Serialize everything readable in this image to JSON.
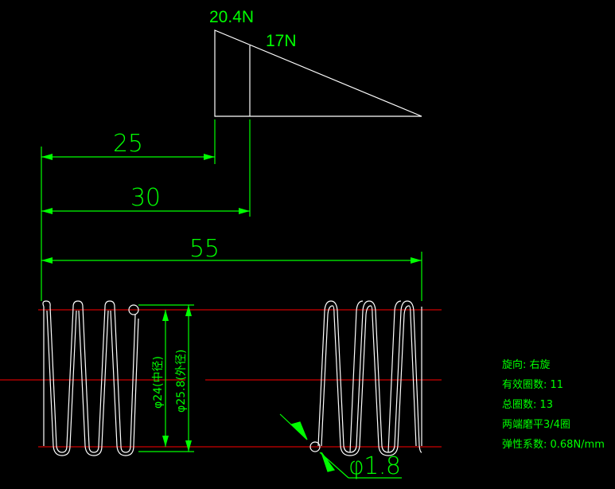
{
  "force_diagram": {
    "force_max": "20.4N",
    "force_min": "17N"
  },
  "dimensions": {
    "d25": "25",
    "d30": "30",
    "d55": "55",
    "mid_diameter": "φ24(中径)",
    "outer_diameter": "φ25.8(外径)",
    "wire_diameter": "φ1.8"
  },
  "spec": {
    "direction": "旋向: 右旋",
    "effective_coils": "有效圈数: 11",
    "total_coils": "总圈数: 13",
    "ends": "两端磨平3/4圈",
    "spring_rate": "弹性系数: 0.68N/mm"
  },
  "colors": {
    "background": "#000000",
    "dimension": "#00ff00",
    "outline": "#ffffff",
    "centerline": "#ff0000"
  }
}
